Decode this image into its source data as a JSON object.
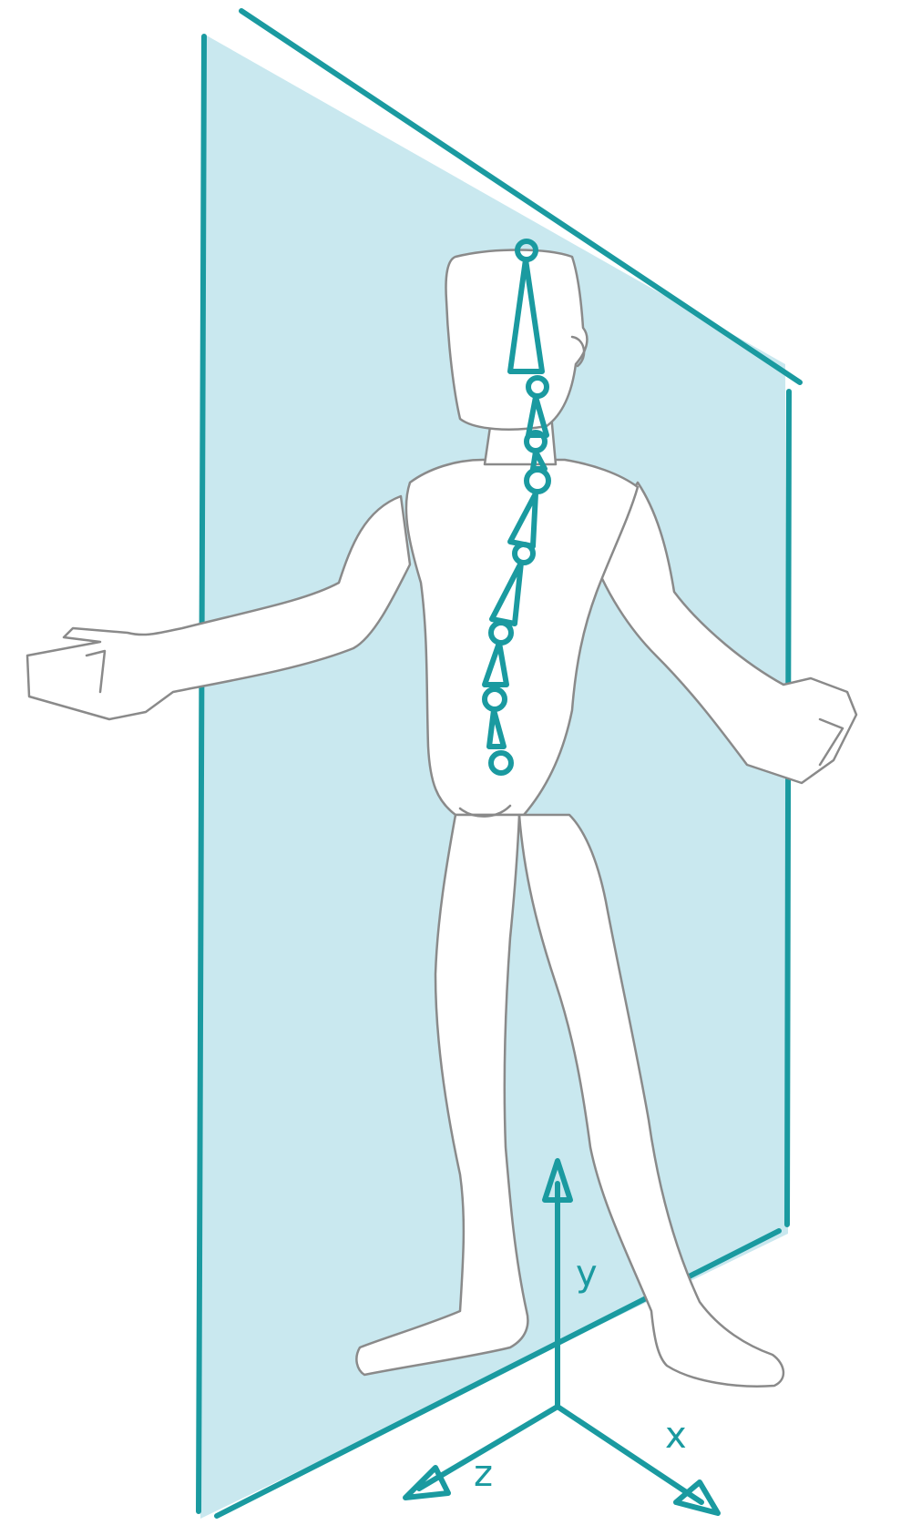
{
  "diagram": {
    "colors": {
      "plane_fill": "#c9e8ef",
      "plane_edge": "#1a9aa0",
      "figure_outline": "#8a8a8a",
      "figure_fill": "#ffffff",
      "rig_color": "#1a9aa0"
    },
    "axes": {
      "y_label": "y",
      "z_label": "z",
      "x_label": "x"
    }
  }
}
